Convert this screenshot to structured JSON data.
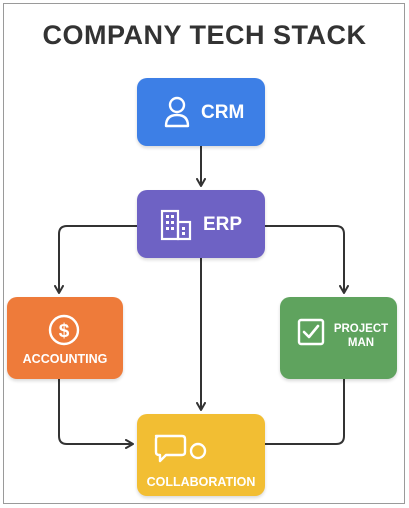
{
  "title": "COMPANY TECH STACK",
  "nodes": {
    "crm": {
      "label": "CRM",
      "icon": "person-icon",
      "color": "#3D7FE6"
    },
    "erp": {
      "label": "ERP",
      "icon": "building-icon",
      "color": "#6E62C4"
    },
    "accounting": {
      "label": "ACCOUNTING",
      "icon": "dollar-icon",
      "color": "#EE7B3A"
    },
    "project_man": {
      "label": "PROJECT MAN",
      "icon": "checkbox-icon",
      "color": "#5FA35E"
    },
    "collaboration": {
      "label": "COLLABORATION",
      "icon": "chat-bubble-icon",
      "color": "#F2BE33"
    }
  },
  "edges": [
    {
      "from": "CRM",
      "to": "ERP"
    },
    {
      "from": "ERP",
      "to": "ACCOUNTING"
    },
    {
      "from": "ERP",
      "to": "PROJECT MAN"
    },
    {
      "from": "ERP",
      "to": "COLLABORATION"
    },
    {
      "from": "ACCOUNTING",
      "to": "COLLABORATION"
    },
    {
      "from": "PROJECT MAN",
      "to": "COLLABORATION"
    }
  ]
}
